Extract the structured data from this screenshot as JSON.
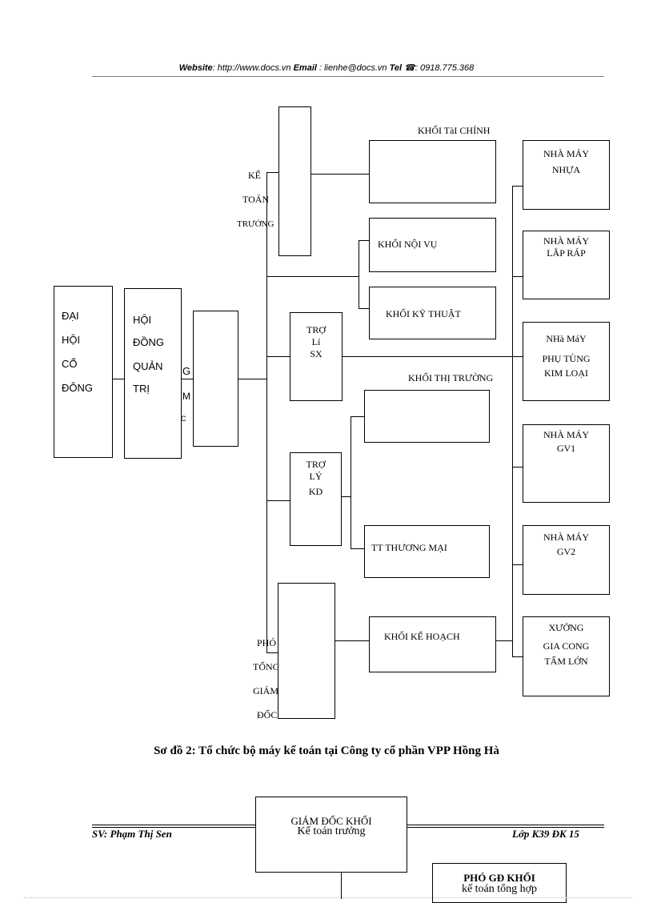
{
  "header": {
    "website_label": "Website",
    "website_value": ": http://www.docs.vn",
    "email_label": "Email",
    "email_value": ": lienhe@docs.vn",
    "tel_label": "Tel",
    "tel_icon": "phone-icon",
    "tel_value": ": 0918.775.368"
  },
  "org": {
    "dai_hoi": [
      "ĐẠI",
      "HỘI",
      "CỔ",
      "ĐÔNG"
    ],
    "hoi_dong": [
      "HỘI",
      "ĐỒNG",
      "QUẢN",
      "TRỊ"
    ],
    "tong_gd_fragments": [
      "G",
      "M",
      "C"
    ],
    "ke_toan_truong": [
      "KẾ",
      "TOÁN",
      "TRƯỞNG"
    ],
    "tro_li_sx": [
      "TRỢ",
      "Lí",
      "SX"
    ],
    "tro_ly_kd": [
      "TRỢ",
      "LÝ",
      "KD"
    ],
    "pho_tong_gd": [
      "PHÓ",
      "TỔNG",
      "GIÁM",
      "ĐỐC"
    ],
    "khoi_tai_chinh": "KHỐI TàI CHÍNH",
    "khoi_noi_vu": "KHỐI NỘI VỤ",
    "khoi_ky_thuat": "KHỐI KỸ THUẬT",
    "khoi_thi_truong": "KHỐI THỊ TRƯỜNG",
    "tt_thuong_mai": "TT THƯƠNG MẠI",
    "khoi_ke_hoach": "KHỐI KẾ HOẠCH",
    "nha_may_nhua": [
      "NHÀ MÁY",
      "NHỰA"
    ],
    "nha_may_lap_rap": [
      "NHÀ MÁY",
      "LẮP RÁP"
    ],
    "nha_may_phu_tung": [
      "NHà MáY",
      "PHỤ TÙNG",
      "KIM LOẠI"
    ],
    "nha_may_gv1": [
      "NHÀ MÁY",
      "GV1"
    ],
    "nha_may_gv2": [
      "NHÀ MÁY",
      "GV2"
    ],
    "xuong": [
      "XƯỞNG",
      "GIA CONG",
      "TẤM LỚN"
    ]
  },
  "caption": "Sơ đồ 2: Tổ chức bộ máy kế toán tại Công ty cổ phần VPP Hồng Hà",
  "bottom": {
    "giam_doc_khoi": "GIÁM ĐỐC KHỐI",
    "ke_toan_truong": "Kế toán trưởng",
    "pho_gd_khoi": "PHÓ GĐ KHỐI",
    "ke_toan_tong_hop": "kế toán tổng hợp"
  },
  "footer": {
    "student": "SV: Phạm Thị Sen",
    "class": "Lớp K39 ĐK 15"
  }
}
